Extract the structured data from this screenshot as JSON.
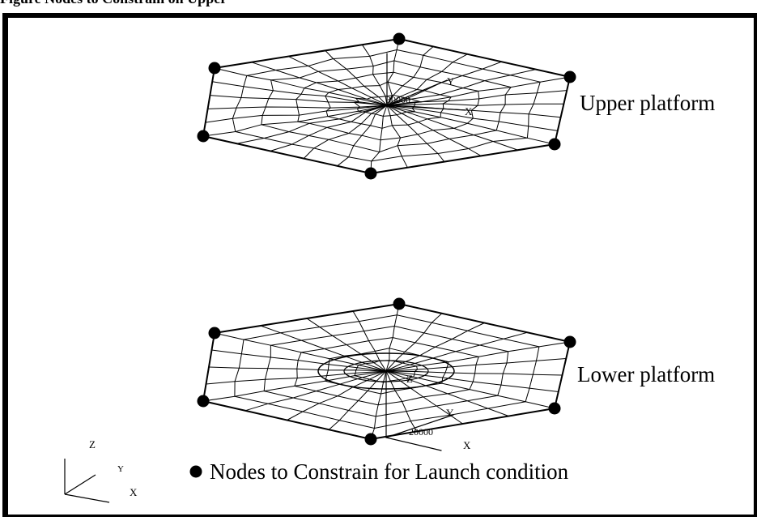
{
  "figure": {
    "caption_fragment": "Figure  Nodes to Constrain on Upper",
    "labels": {
      "upper": "Upper platform",
      "lower": "Lower platform"
    },
    "upper_mesh": {
      "axis_y": "Y",
      "axis_x": "X",
      "value": "30000"
    },
    "lower_mesh": {
      "axis_z": "Z",
      "axis_y": "Y",
      "axis_x": "X",
      "value": "20000"
    },
    "triad": {
      "z": "Z",
      "y": "Y",
      "x": "X"
    },
    "legend": {
      "marker": "node-dot",
      "text": "Nodes to Constrain for Launch condition"
    }
  },
  "colors": {
    "ink": "#000000",
    "background": "#ffffff"
  }
}
